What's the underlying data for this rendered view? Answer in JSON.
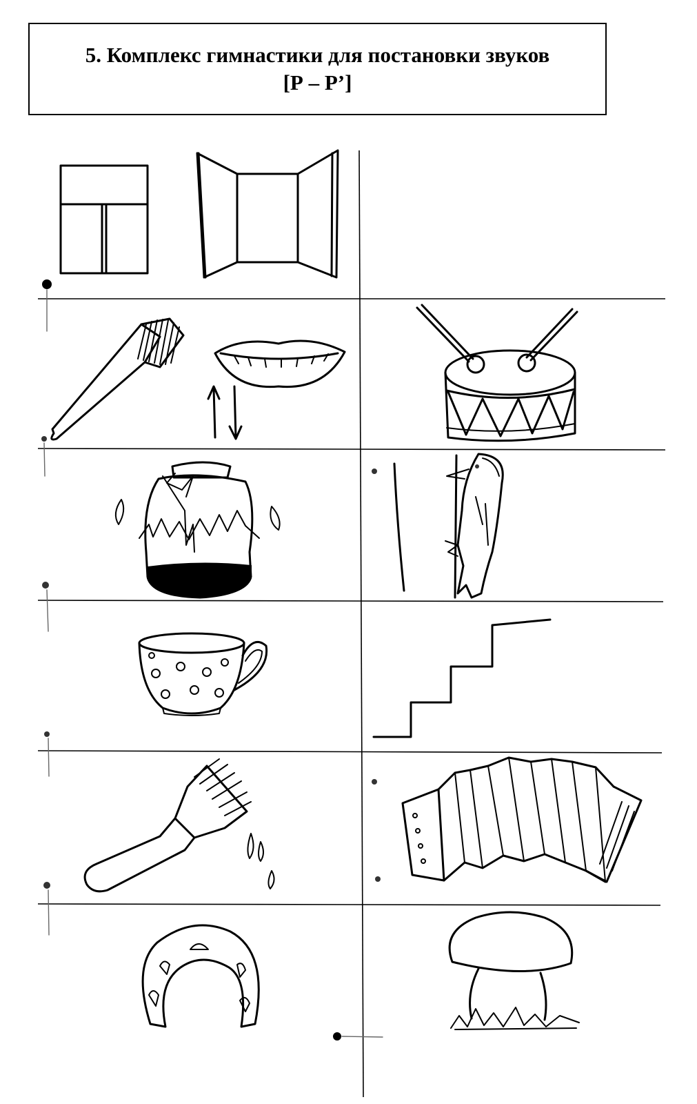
{
  "header": {
    "title_line1": "5. Комплекс гимнастики для постановки звуков",
    "title_line2": "[Р – Р’]"
  },
  "cells": [
    {
      "id": "window-closed",
      "icon": "closed-window-icon"
    },
    {
      "id": "window-open",
      "icon": "open-window-icon"
    },
    {
      "id": "comb",
      "icon": "comb-icon"
    },
    {
      "id": "lips-up-down",
      "icon": "lips-icon"
    },
    {
      "id": "drum",
      "icon": "drum-icon"
    },
    {
      "id": "jam-jar",
      "icon": "jam-jar-icon"
    },
    {
      "id": "woodpecker",
      "icon": "woodpecker-icon"
    },
    {
      "id": "cup",
      "icon": "cup-icon"
    },
    {
      "id": "stairs",
      "icon": "stairs-icon"
    },
    {
      "id": "paint-brush",
      "icon": "paint-brush-icon"
    },
    {
      "id": "accordion",
      "icon": "accordion-icon"
    },
    {
      "id": "horseshoe",
      "icon": "horseshoe-icon"
    },
    {
      "id": "mushroom",
      "icon": "mushroom-icon"
    }
  ],
  "colors": {
    "ink": "#000000",
    "paper": "#ffffff"
  }
}
